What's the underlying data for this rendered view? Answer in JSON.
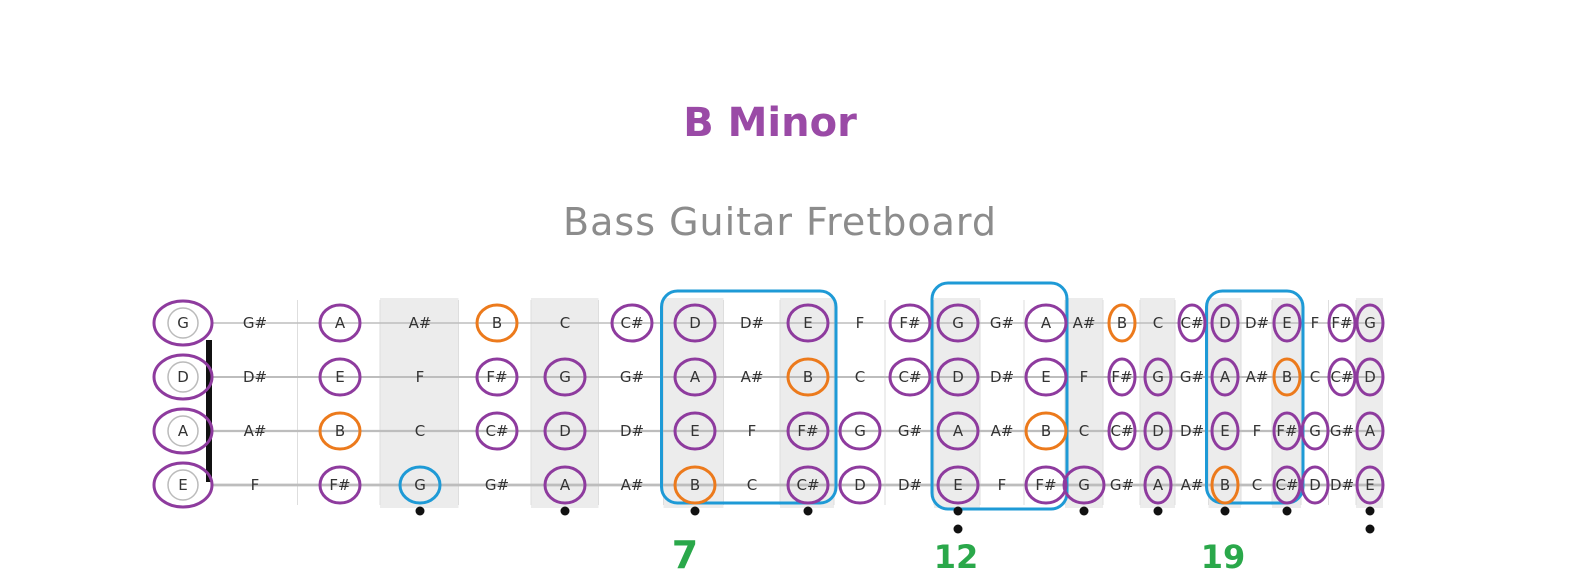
{
  "title": "B Minor",
  "subtitle": "Bass Guitar Fretboard",
  "colors": {
    "title": "#9a4aa6",
    "scale_note": "#8e3b9e",
    "root_note": "#ec7a1c",
    "start_note": "#1e9ad6",
    "position_box": "#1e9ad6",
    "fret_label": "#2aa84a",
    "shaded_fret": "#ececec",
    "string": "#bdbdbd",
    "nut": "#111111"
  },
  "strings": [
    {
      "open": "G",
      "notes": [
        "G",
        "G#",
        "A",
        "A#",
        "B",
        "C",
        "C#",
        "D",
        "D#",
        "E",
        "F",
        "F#",
        "G",
        "G#",
        "A",
        "A#",
        "B",
        "C",
        "C#",
        "D",
        "D#",
        "E",
        "F",
        "F#",
        "G"
      ]
    },
    {
      "open": "D",
      "notes": [
        "D",
        "D#",
        "E",
        "F",
        "F#",
        "G",
        "G#",
        "A",
        "A#",
        "B",
        "C",
        "C#",
        "D",
        "D#",
        "E",
        "F",
        "F#",
        "G",
        "G#",
        "A",
        "A#",
        "B",
        "C",
        "C#",
        "D"
      ]
    },
    {
      "open": "A",
      "notes": [
        "A",
        "A#",
        "B",
        "C",
        "C#",
        "D",
        "D#",
        "E",
        "F",
        "F#",
        "G",
        "G#",
        "A",
        "A#",
        "B",
        "C",
        "C#",
        "D",
        "D#",
        "E",
        "F",
        "F#",
        "G",
        "G#",
        "A"
      ]
    },
    {
      "open": "E",
      "notes": [
        "E",
        "F",
        "F#",
        "G",
        "G#",
        "A",
        "A#",
        "B",
        "C",
        "C#",
        "D",
        "D#",
        "E",
        "F",
        "F#",
        "G",
        "G#",
        "A",
        "A#",
        "B",
        "C",
        "C#",
        "D",
        "D#",
        "E"
      ]
    }
  ],
  "scale_notes": [
    "B",
    "C#",
    "D",
    "E",
    "F#",
    "G",
    "A"
  ],
  "root_note": "B",
  "start_note": {
    "string": 3,
    "fret": 3
  },
  "position_boxes": [
    {
      "from_fret": 7,
      "to_fret": 9
    },
    {
      "from_fret": 12,
      "to_fret": 14
    },
    {
      "from_fret": 19,
      "to_fret": 21
    }
  ],
  "fret_markers": {
    "single": [
      3,
      5,
      7,
      9,
      15,
      17,
      19,
      21
    ],
    "double": [
      12,
      24
    ]
  },
  "fret_labels": [
    {
      "fret": 7,
      "text": "7"
    },
    {
      "fret": 12,
      "text": "12"
    },
    {
      "fret": 19,
      "text": "19"
    }
  ]
}
